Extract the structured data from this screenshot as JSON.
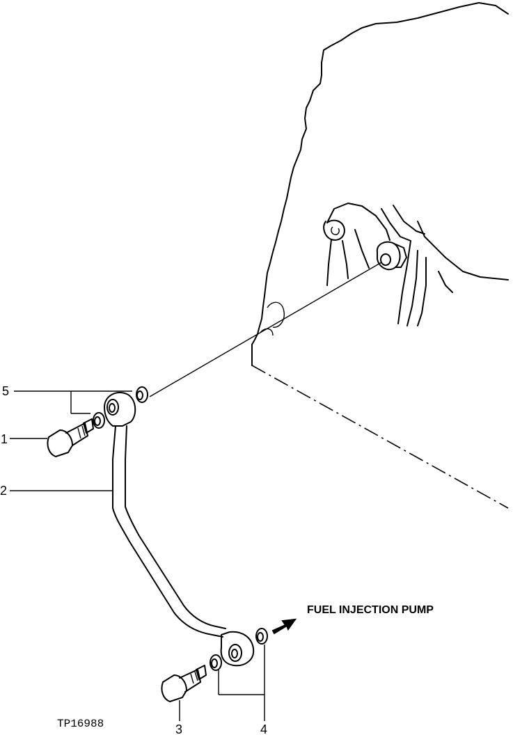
{
  "callouts": [
    {
      "id": "1",
      "label": "1"
    },
    {
      "id": "2",
      "label": "2"
    },
    {
      "id": "3",
      "label": "3"
    },
    {
      "id": "4",
      "label": "4"
    },
    {
      "id": "5",
      "label": "5"
    }
  ],
  "destination_label": "FUEL INJECTION PUMP",
  "figure_id": "TP16988"
}
